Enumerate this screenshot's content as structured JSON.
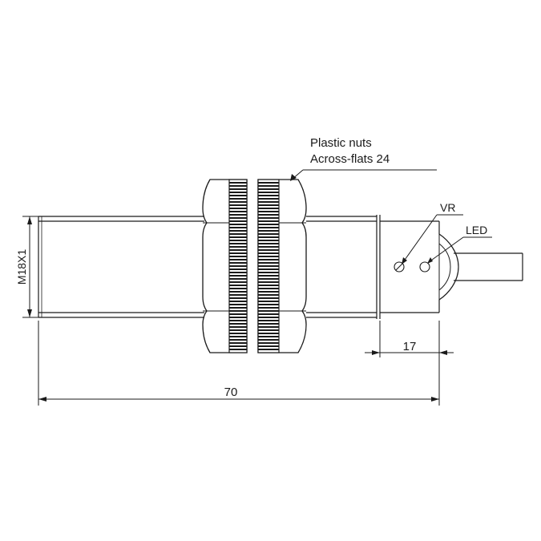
{
  "callouts": {
    "nut_line1": "Plastic nuts",
    "nut_line2": "Across-flats 24",
    "vr": "VR",
    "led": "LED"
  },
  "dimensions": {
    "thread": "M18X1",
    "overall_length": "70",
    "rear_length": "17"
  },
  "colors": {
    "ink": "#1a1a1a",
    "background": "#ffffff"
  }
}
